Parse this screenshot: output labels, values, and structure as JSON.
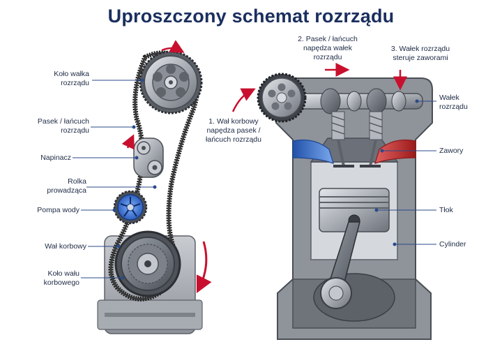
{
  "title": "Uproszczony schemat rozrządu",
  "labels": {
    "camshaft_pulley": "Koło wałka\nrozrządu",
    "belt_chain": "Pasek / łańcuch\nrozrządu",
    "tensioner": "Napinacz",
    "idler_pulley": "Rolka\nprowadząca",
    "water_pump": "Pompa wody",
    "crankshaft": "Wał korbowy",
    "crankshaft_pulley": "Koło wału\nkorbowego",
    "camshaft": "Wałek\nrozrządu",
    "valves": "Zawory",
    "piston": "Tłok",
    "cylinder": "Cylinder"
  },
  "steps": {
    "step1": "1. Wał korbowy\nnapędza pasek /\nłańcuch rozrządu",
    "step2": "2. Pasek / łańcuch\nnapędza wałek\nrozrządu",
    "step3": "3. Wałek rozrządu\nsteruje zaworami"
  },
  "colors": {
    "title": "#1b2f5e",
    "arrow": "#c8102e",
    "leader": "#2a4a8a",
    "intake": "#2f6fd6",
    "exhaust": "#c92a2a"
  }
}
